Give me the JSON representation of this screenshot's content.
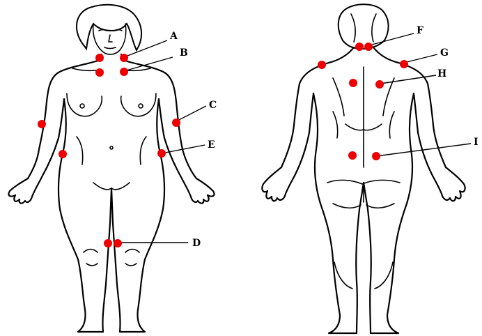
{
  "points_color": "#ee0000",
  "labels": {
    "A": "A",
    "B": "B",
    "C": "C",
    "D": "D",
    "E": "E",
    "F": "F",
    "G": "G",
    "H": "H",
    "I": "I"
  }
}
